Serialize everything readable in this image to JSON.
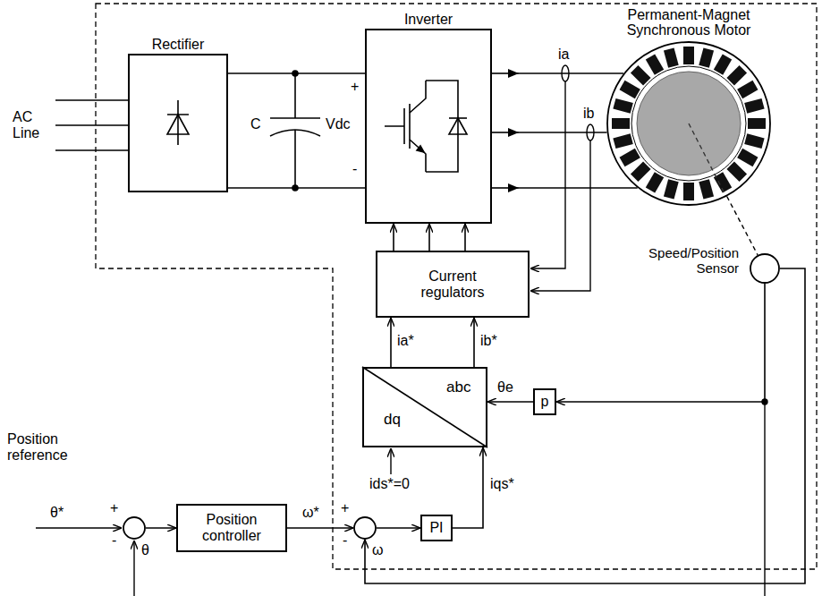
{
  "diagram": {
    "nodes": [
      {
        "text": [
          "Rectifier"
        ]
      },
      {
        "text": [
          "Inverter"
        ]
      },
      {
        "text": [
          "Permanent-Magnet Synchronous Motor"
        ]
      },
      {
        "text": [
          "Speed/Position Sensor"
        ]
      },
      {
        "text": [
          "Current regulators"
        ]
      },
      {
        "text": [
          "abc",
          "dq"
        ]
      },
      {
        "text": [
          "p"
        ]
      },
      {
        "text": [
          "+",
          "-"
        ]
      },
      {
        "text": [
          "Position controller"
        ]
      },
      {
        "text": [
          "+",
          "-"
        ]
      },
      {
        "text": [
          "PI"
        ]
      }
    ],
    "edges": [
      {
        "from": 0,
        "to": 1,
        "arrow": "none"
      },
      {
        "from": 0,
        "to": 1,
        "arrow": "none"
      },
      {
        "from": 1,
        "to": 2,
        "arrow": "to"
      },
      {
        "from": 1,
        "to": 2,
        "arrow": "to"
      },
      {
        "from": 1,
        "to": 2,
        "arrow": "to"
      },
      {
        "from": 2,
        "to": 3,
        "arrow": "none"
      },
      {
        "from": 4,
        "to": 1,
        "arrow": "to"
      },
      {
        "from": 4,
        "to": 1,
        "arrow": "to"
      },
      {
        "from": 4,
        "to": 1,
        "arrow": "to"
      },
      {
        "from": 5,
        "to": 4,
        "arrow": "to"
      },
      {
        "from": 5,
        "to": 4,
        "arrow": "to"
      },
      {
        "from": 6,
        "to": 5,
        "arrow": "to"
      },
      {
        "from": 3,
        "to": 6,
        "arrow": "to"
      },
      {
        "from": 3,
        "to": 9,
        "arrow": "to"
      },
      {
        "from": 7,
        "to": 8,
        "arrow": "to"
      },
      {
        "from": 8,
        "to": 9,
        "arrow": "to"
      },
      {
        "from": 9,
        "to": 10,
        "arrow": "to"
      },
      {
        "from": 10,
        "to": 5,
        "arrow": "to"
      }
    ],
    "labels": [
      "AC Line",
      "C",
      "Vdc",
      "+",
      "-",
      "ia",
      "ib",
      "ia*",
      "ib*",
      "θe",
      "ids*=0",
      "iqs*",
      "Position reference",
      "θ*",
      "ω*",
      "θ",
      "ω"
    ]
  }
}
